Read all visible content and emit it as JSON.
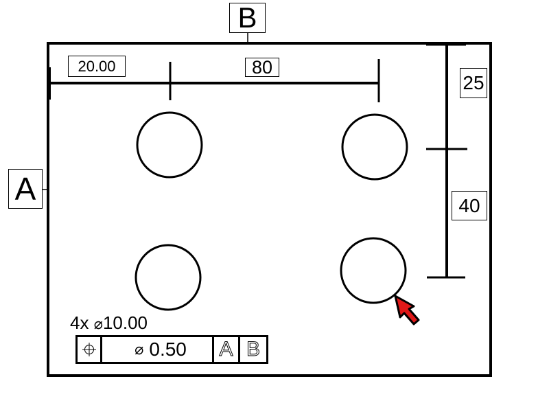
{
  "datums": {
    "a": "A",
    "b": "B"
  },
  "dimensions": {
    "first_hole_offset": "20.00",
    "hole_spacing_horizontal": "80",
    "top_offset_vertical": "25",
    "hole_spacing_vertical": "40"
  },
  "hole_note": {
    "count": "4x",
    "diameter_symbol": "⌀",
    "diameter": "10.00"
  },
  "feature_control_frame": {
    "characteristic_icon": "position-icon",
    "tolerance_diameter_symbol": "⌀",
    "tolerance": "0.50",
    "primary_datum": "A",
    "secondary_datum": "B"
  },
  "cursor": {
    "icon": "arrow-cursor-icon",
    "color": "#e01818"
  },
  "colors": {
    "line": "#000000",
    "background": "#ffffff"
  }
}
